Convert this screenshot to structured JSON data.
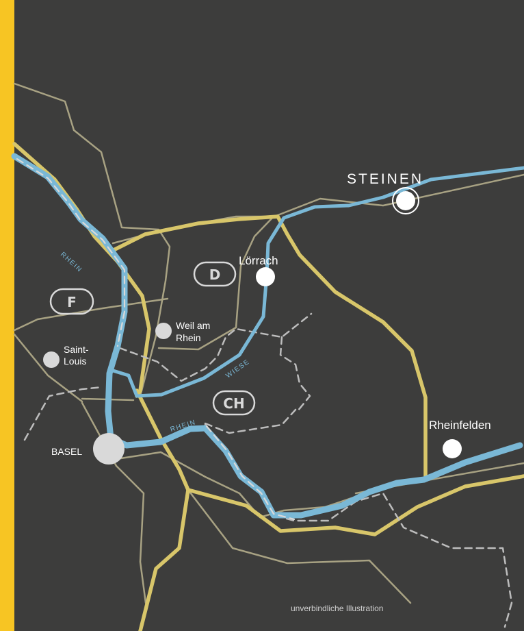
{
  "colors": {
    "background": "#3d3d3c",
    "accent_bar": "#f7c523",
    "road": "#d8c66a",
    "border": "#a8a283",
    "river": "#7ab8d6",
    "dashed": "#bdbdbd",
    "city_major": "#ffffff",
    "city_minor": "#d9d9d9"
  },
  "map": {
    "cities": {
      "steinen": "STEINEN",
      "loerrach": "Lörrach",
      "rheinfelden": "Rheinfelden",
      "basel": "BASEL",
      "weil_line1": "Weil am",
      "weil_line2": "Rhein",
      "saint_louis_line1": "Saint-",
      "saint_louis_line2": "Louis"
    },
    "countries": {
      "germany": "D",
      "france": "F",
      "switzerland": "CH"
    },
    "rivers": {
      "rhein_north": "RHEIN",
      "rhein_south": "RHEIN",
      "wiese": "WIESE"
    },
    "footnote": "unverbindliche Illustration"
  }
}
